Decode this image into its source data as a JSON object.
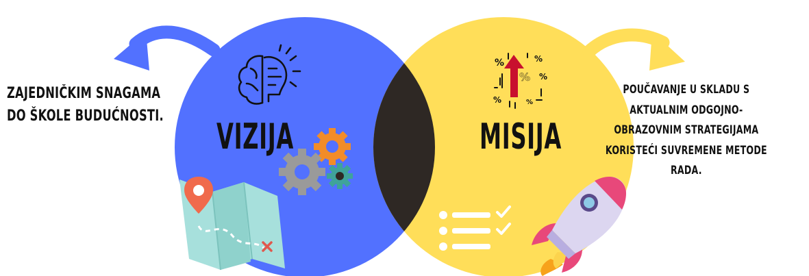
{
  "vision": {
    "title": "VIZIJA",
    "lines": [
      "ZAJEDNIČKIM SNAGAMA",
      "DO ŠKOLE BUDUĆNOSTI."
    ],
    "color": "#5271ff"
  },
  "mission": {
    "title": "MISIJA",
    "lines": [
      "POUČAVANJE U SKLADU S",
      "AKTUALNIM ODGOJNO-",
      "OBRAZOVNIM STRATEGIJAMA",
      "KORISTEĆI SUVREMENE METODE",
      "RADA."
    ],
    "color": "#ffde59"
  },
  "overlap_color": "#2e2824",
  "icons": [
    "brain-lightbulb-icon",
    "growth-arrow-percent-icon",
    "gears-icon",
    "map-pin-icon",
    "checklist-icon",
    "rocket-icon",
    "curved-arrow-left-icon",
    "curved-arrow-right-icon"
  ]
}
